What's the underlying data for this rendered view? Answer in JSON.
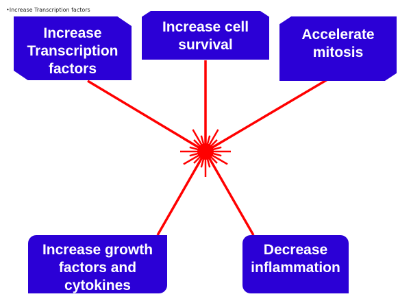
{
  "caption": "•Increase Transcription factors",
  "boxes": {
    "transcription": [
      "Increase",
      "Transcription",
      "factors"
    ],
    "survival": [
      "Increase cell",
      "survival"
    ],
    "mitosis": [
      "Accelerate",
      "mitosis"
    ],
    "growth": [
      "Increase growth",
      "factors and",
      "cytokines"
    ],
    "inflammation": [
      "Decrease",
      "inflammation"
    ]
  },
  "colors": {
    "box": "#2b00d6",
    "line": "#ff0000",
    "text": "#ffffff"
  }
}
